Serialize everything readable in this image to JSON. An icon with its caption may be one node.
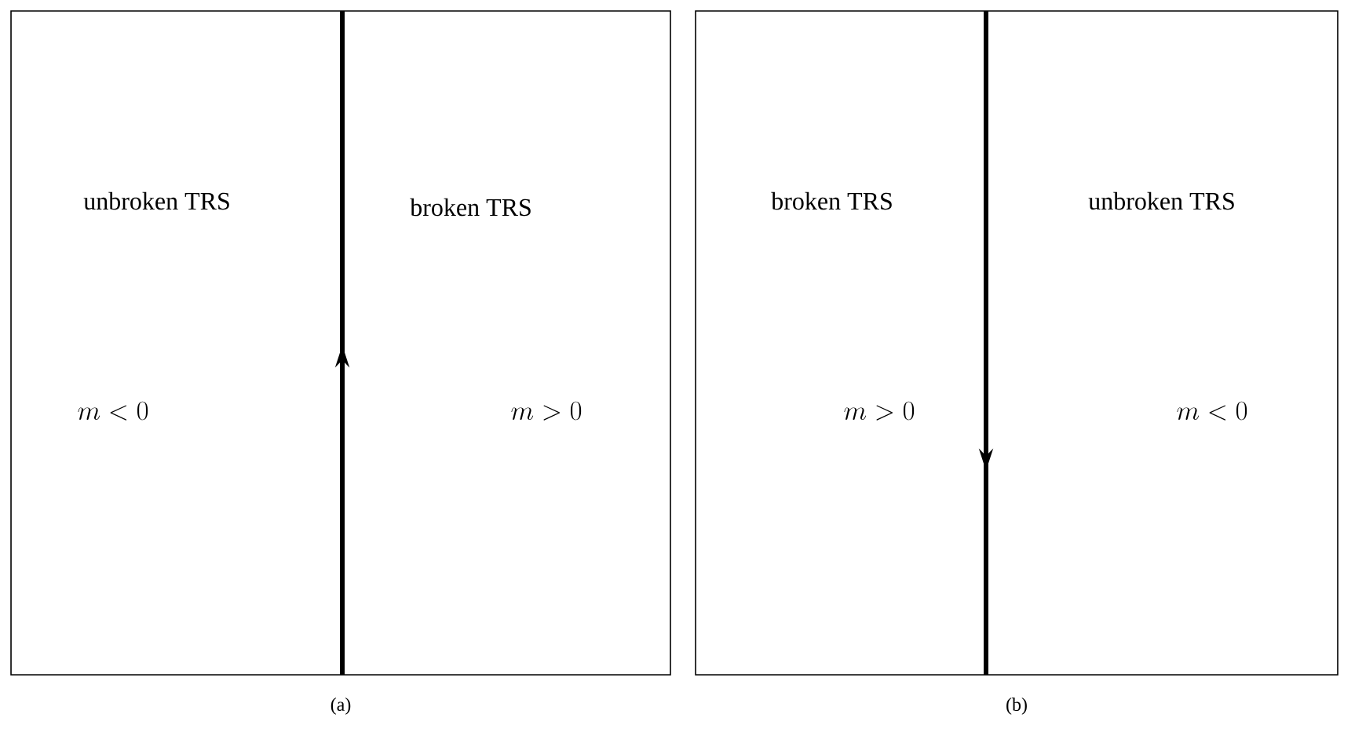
{
  "diagram": {
    "nodes": [
      {
        "text": [],
        "shape": "box",
        "beside": [
          "(a)"
        ]
      },
      {
        "text": [],
        "shape": "box",
        "beside": [
          "(b)"
        ]
      }
    ],
    "edges": [],
    "labels": [
      "unbroken TRS",
      "broken TRS",
      "m < 0",
      "m > 0",
      "broken TRS",
      "unbroken TRS",
      "m > 0",
      "m < 0"
    ]
  }
}
